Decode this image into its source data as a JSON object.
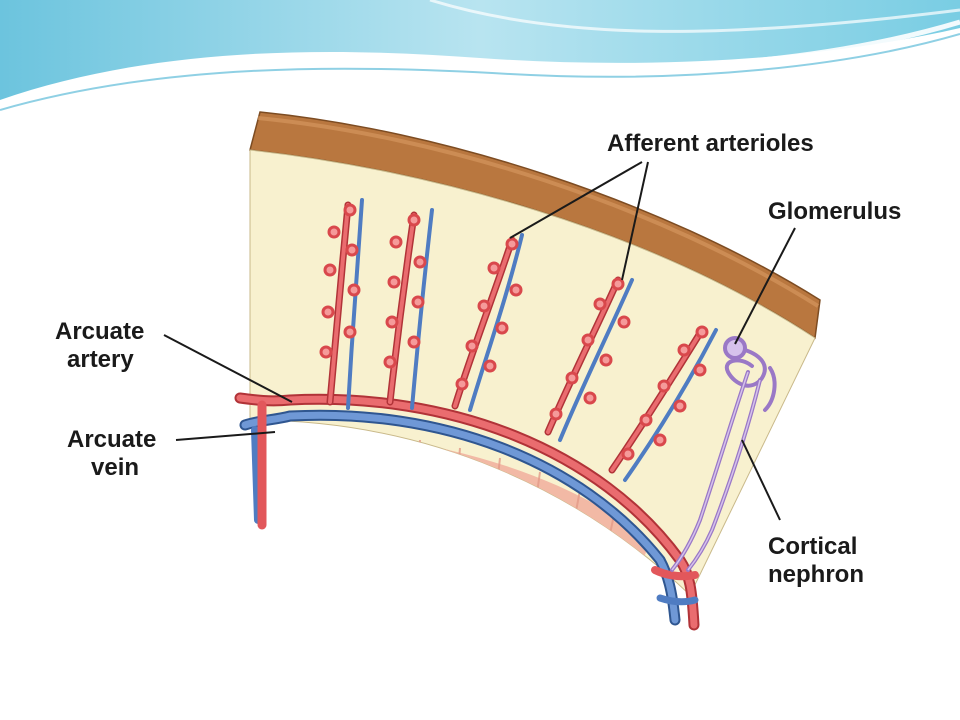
{
  "labels": {
    "afferent_arterioles": "Afferent arterioles",
    "glomerulus": "Glomerulus",
    "arcuate_artery": [
      "Arcuate",
      "artery"
    ],
    "arcuate_vein": [
      "Arcuate",
      "vein"
    ],
    "cortical_nephron": [
      "Cortical",
      "nephron"
    ]
  },
  "colors": {
    "capsule": "#b9773f",
    "cortex": "#f8f1cf",
    "medulla": "#f2b9a5",
    "artery": "#e2575b",
    "vein": "#4f7cc2",
    "nephron": "#b89ad6",
    "header": "#9fd8ea"
  }
}
